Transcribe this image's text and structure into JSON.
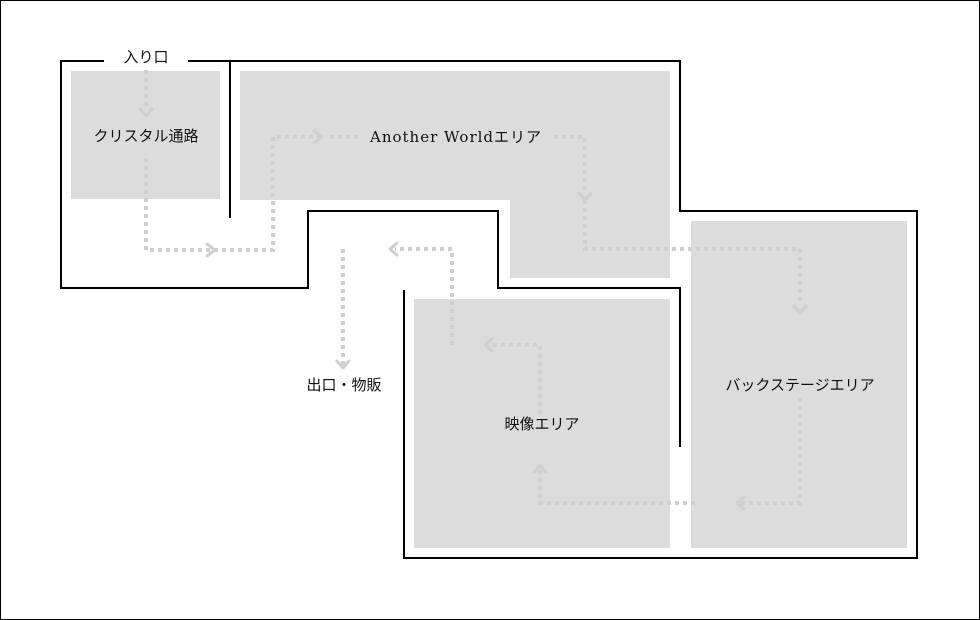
{
  "labels": {
    "entrance": "入り口",
    "crystal": "クリスタル通路",
    "another_world": "Another Worldエリア",
    "backstage": "バックステージエリア",
    "video": "映像エリア",
    "exit": "出口・物販"
  }
}
